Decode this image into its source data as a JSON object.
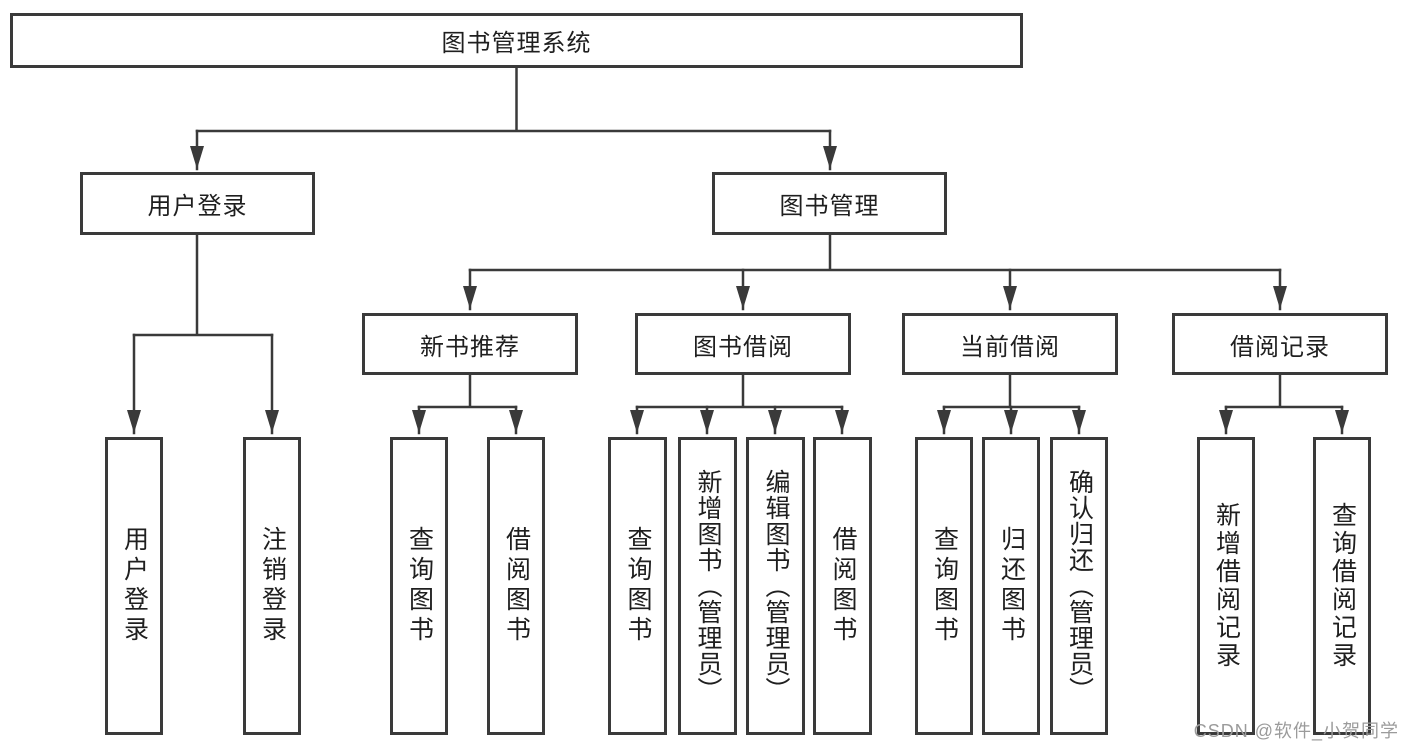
{
  "diagram": {
    "title": "图书管理系统",
    "user_login": {
      "label": "用户登录",
      "leaves": [
        {
          "label": "用户登录"
        },
        {
          "label": "注销登录"
        }
      ]
    },
    "book_mgmt": {
      "label": "图书管理",
      "sections": [
        {
          "label": "新书推荐",
          "leaves": [
            {
              "label": "查询图书"
            },
            {
              "label": "借阅图书"
            }
          ]
        },
        {
          "label": "图书借阅",
          "leaves": [
            {
              "label": "查询图书"
            },
            {
              "label": "新增图书（管理员）"
            },
            {
              "label": "编辑图书（管理员）"
            },
            {
              "label": "借阅图书"
            }
          ]
        },
        {
          "label": "当前借阅",
          "leaves": [
            {
              "label": "查询图书"
            },
            {
              "label": "归还图书"
            },
            {
              "label": "确认归还（管理员）"
            }
          ]
        },
        {
          "label": "借阅记录",
          "leaves": [
            {
              "label": "新增借阅记录"
            },
            {
              "label": "查询借阅记录"
            }
          ]
        }
      ]
    }
  },
  "watermark": {
    "text": "CSDN @软件_小贺同学",
    "color": "#9b9b9b"
  },
  "colors": {
    "line": "#3a3a3a",
    "text": "#1f1f1f",
    "background": "#ffffff"
  }
}
